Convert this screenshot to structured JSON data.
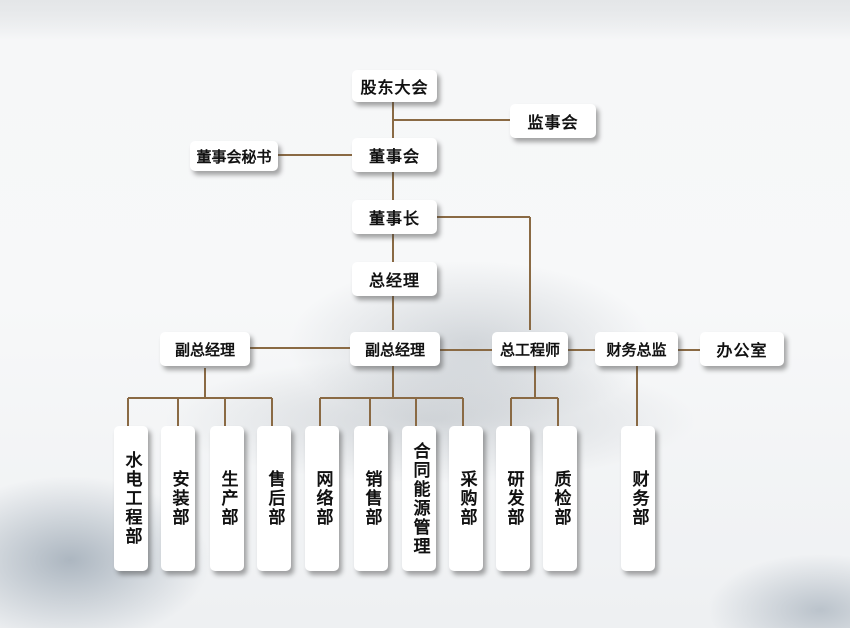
{
  "org": {
    "shareholders": "股东大会",
    "supervisors": "监事会",
    "secretary": "董事会秘书",
    "board": "董事会",
    "chairman": "董事长",
    "gm": "总经理",
    "vp_left": "副总经理",
    "vp_center": "副总经理",
    "chief_engineer": "总工程师",
    "cfo": "财务总监",
    "office": "办公室",
    "departments": {
      "hydro": "水电工程部",
      "install": "安装部",
      "production": "生产部",
      "aftersales": "售后部",
      "network": "网络部",
      "sales": "销售部",
      "emc": "合同能源管理",
      "purchase": "采购部",
      "rnd": "研发部",
      "qc": "质检部",
      "finance": "财务部"
    }
  },
  "colors": {
    "line": "#8a6a44",
    "box": "#ffffff"
  }
}
